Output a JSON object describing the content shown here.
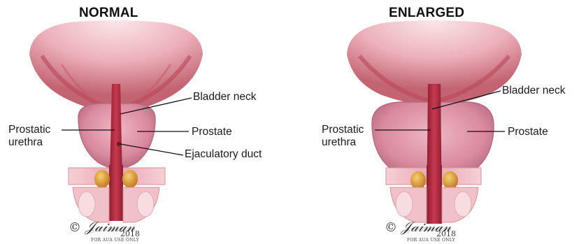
{
  "panels": [
    {
      "title": "NORMAL",
      "labels": {
        "bladder_neck": "Bladder neck",
        "prostate": "Prostate",
        "prostatic_urethra": "Prostatic urethra",
        "ejaculatory_duct": "Ejaculatory duct"
      },
      "signature": {
        "year": "2018",
        "note": "FOR AUA USE ONLY"
      }
    },
    {
      "title": "ENLARGED",
      "labels": {
        "bladder_neck": "Bladder neck",
        "prostate": "Prostate",
        "prostatic_urethra": "Prostatic urethra"
      },
      "signature": {
        "year": "2018",
        "note": "FOR AUA USE ONLY"
      }
    }
  ],
  "colors": {
    "tissue_dark": "#b8485a",
    "tissue_light": "#f2b8c0",
    "prostate_fill": "#d98a9e",
    "urethra": "#a8243a",
    "gland": "#e0a040"
  }
}
